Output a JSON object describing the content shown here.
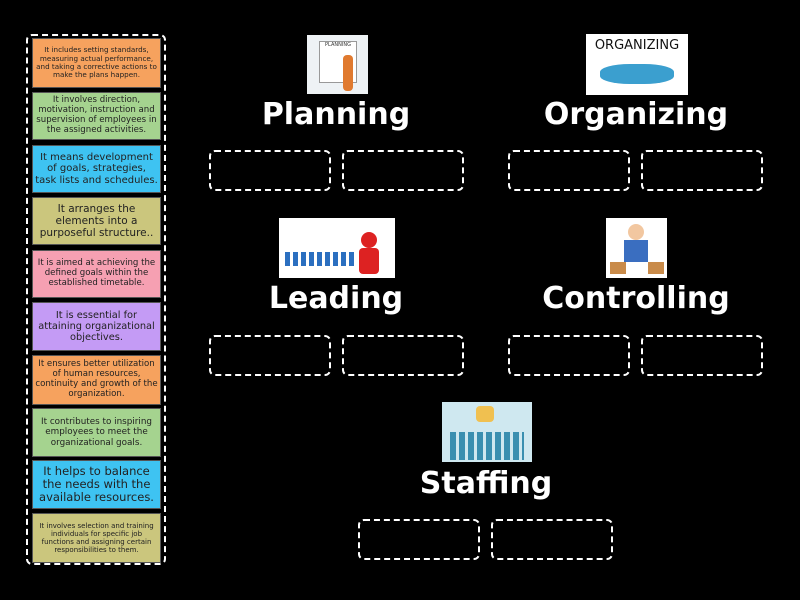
{
  "cards": [
    {
      "text": "It includes setting standards, measuring actual performance, and taking a corrective actions to make the plans happen.",
      "color": "#f6a25e"
    },
    {
      "text": "It involves direction, motivation, instruction and supervision of employees in the assigned activities.",
      "color": "#a5d38f"
    },
    {
      "text": "It means development of goals, strategies, task lists and schedules.",
      "color": "#3ec3f2"
    },
    {
      "text": "It arranges the elements into a purposeful structure..",
      "color": "#cbc67d"
    },
    {
      "text": "It is aimed at achieving the defined goals within the established timetable.",
      "color": "#f6a0b2"
    },
    {
      "text": "It is essential for attaining organizational objectives.",
      "color": "#c49bf5"
    },
    {
      "text": "It ensures better utilization of human resources, continuity and growth of the organization.",
      "color": "#f6a25e"
    },
    {
      "text": "It contributes to inspiring employees to meet the organizational goals.",
      "color": "#a5d38f"
    },
    {
      "text": "It helps to balance the needs with the available resources.",
      "color": "#3ec3f2"
    },
    {
      "text": "It involves selection and training individuals for specific job functions and assigning certain responsibilities to them.",
      "color": "#cbc67d"
    }
  ],
  "categories": [
    {
      "title": "Planning",
      "image": "planning-image",
      "image_text": "PLANNING"
    },
    {
      "title": "Organizing",
      "image": "organizing-image",
      "image_text": "ORGANIZING"
    },
    {
      "title": "Leading",
      "image": "leading-image"
    },
    {
      "title": "Controlling",
      "image": "controlling-image"
    },
    {
      "title": "Staffing",
      "image": "staffing-image"
    }
  ]
}
